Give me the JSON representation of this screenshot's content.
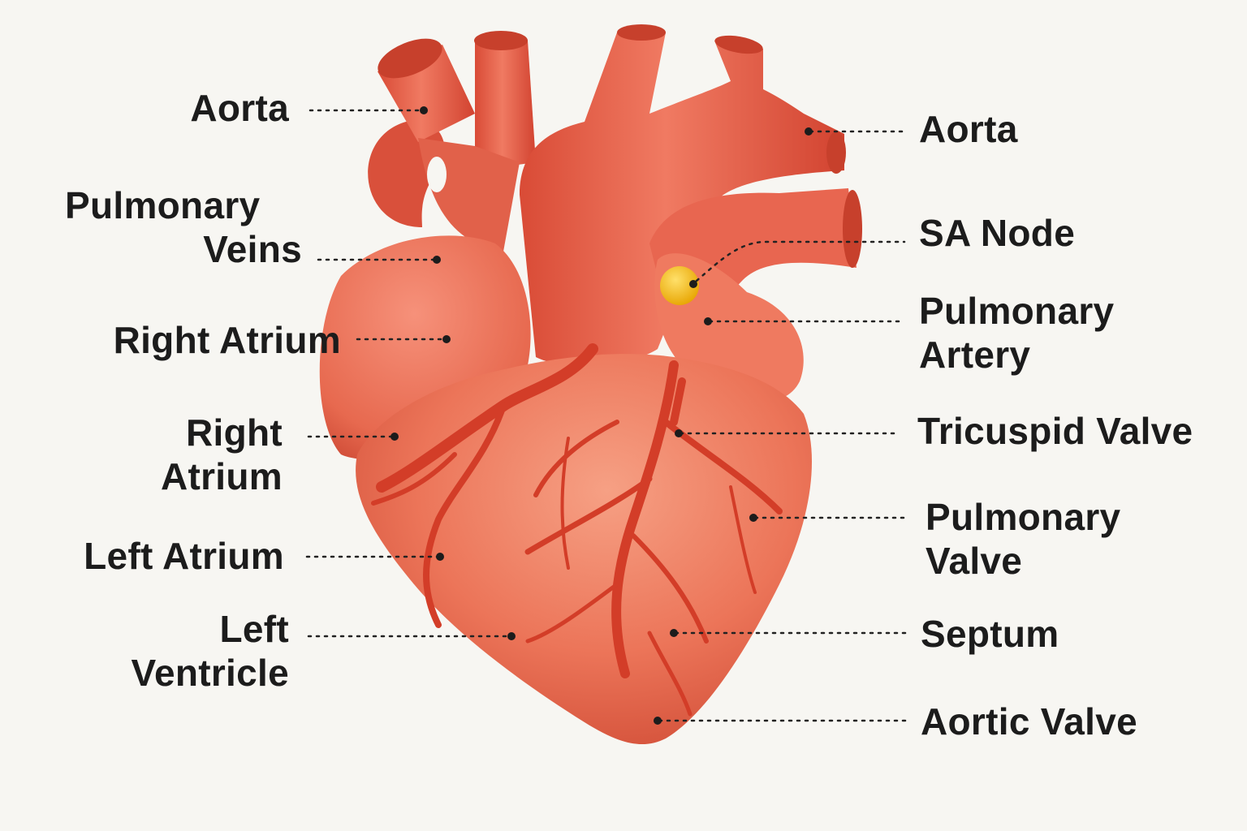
{
  "diagram": {
    "labels_left": {
      "aorta": [
        "Aorta"
      ],
      "pulmonary_veins": [
        "Pulmonary",
        "Veins"
      ],
      "right_atrium_1": [
        "Right Atrium"
      ],
      "right_atrium_2": [
        "Right",
        "Atrium"
      ],
      "left_atrium": [
        "Left Atrium"
      ],
      "left_ventricle": [
        "Left",
        "Ventricle"
      ]
    },
    "labels_right": {
      "aorta": [
        "Aorta"
      ],
      "sa_node": [
        "SA Node"
      ],
      "pulmonary_artery": [
        "Pulmonary",
        "Artery"
      ],
      "tricuspid_valve": [
        "Tricuspid Valve"
      ],
      "pulmonary_valve": [
        "Pulmonary",
        "Valve"
      ],
      "septum": [
        "Septum"
      ],
      "aortic_valve": [
        "Aortic Valve"
      ]
    }
  },
  "colors": {
    "background": "#f7f6f2",
    "heart_main": "#ea6a52",
    "heart_dark": "#c9432f",
    "vessel": "#e95a45",
    "coronary": "#d8442e",
    "sa_node": "#f2b51a",
    "label_text": "#1c1c1c",
    "leader_line": "#222222"
  }
}
